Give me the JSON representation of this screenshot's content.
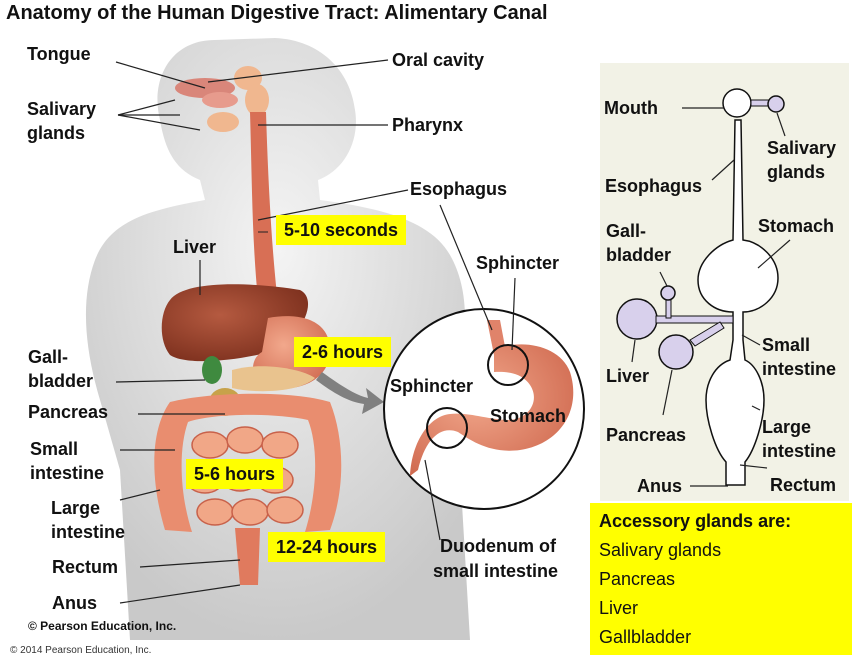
{
  "title": "Anatomy of the Human Digestive Tract: Alimentary Canal",
  "labels": {
    "tongue": "Tongue",
    "salivary": [
      "Salivary",
      "glands"
    ],
    "oral_cavity": "Oral cavity",
    "pharynx": "Pharynx",
    "esophagus": "Esophagus",
    "liver": "Liver",
    "gallbladder": [
      "Gall-",
      "bladder"
    ],
    "pancreas": "Pancreas",
    "small_intestine": [
      "Small",
      "intestine"
    ],
    "large_intestine": [
      "Large",
      "intestine"
    ],
    "rectum": "Rectum",
    "anus": "Anus"
  },
  "inset": {
    "sphincter_top": "Sphincter",
    "sphincter_bottom": "Sphincter",
    "stomach": "Stomach",
    "duodenum": [
      "Duodenum of",
      "small intestine"
    ]
  },
  "times": {
    "esophagus": "5-10 seconds",
    "stomach": "2-6 hours",
    "small_intestine": "5-6 hours",
    "large_intestine": "12-24 hours"
  },
  "schematic": {
    "mouth": "Mouth",
    "salivary": [
      "Salivary",
      "glands"
    ],
    "esophagus": "Esophagus",
    "gallbladder": [
      "Gall-",
      "bladder"
    ],
    "stomach": "Stomach",
    "small_intestine": [
      "Small",
      "intestine"
    ],
    "liver": "Liver",
    "pancreas": "Pancreas",
    "large_intestine": [
      "Large",
      "intestine"
    ],
    "anus": "Anus",
    "rectum": "Rectum"
  },
  "accessory": {
    "title": "Accessory glands are:",
    "items": [
      "Salivary glands",
      "Pancreas",
      "Liver",
      "Gallbladder"
    ]
  },
  "copyright": "© Pearson Education, Inc.",
  "copyright_small": "© 2014 Pearson Education, Inc.",
  "colors": {
    "highlight": "#ffff00",
    "schematic_bg": "#f2f2e6",
    "gland_fill": "#d8d0ec",
    "organ": "#e0836a"
  }
}
